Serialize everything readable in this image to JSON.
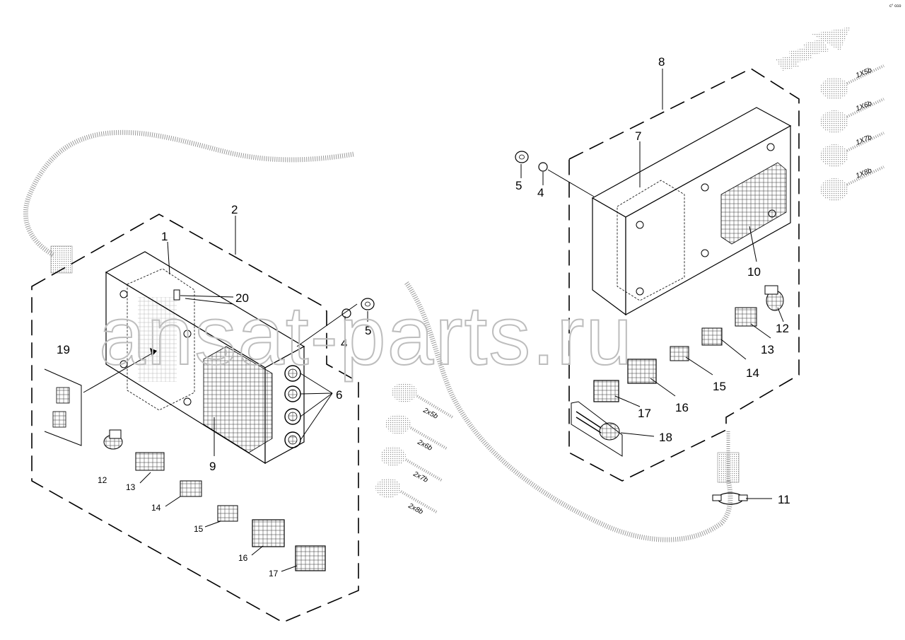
{
  "corner_code": "c° cco",
  "watermark": "ansat-parts.ru",
  "callouts_left": {
    "c1": "1",
    "c2": "2",
    "c4": "4",
    "c5": "5",
    "c6": "6",
    "c9": "9",
    "c12": "12",
    "c13": "13",
    "c14": "14",
    "c15": "15",
    "c16": "16",
    "c17": "17",
    "c19": "19",
    "c20": "20"
  },
  "callouts_right": {
    "c4": "4",
    "c5": "5",
    "c7": "7",
    "c8": "8",
    "c10": "10",
    "c11": "11",
    "c12": "12",
    "c13": "13",
    "c14": "14",
    "c15": "15",
    "c16": "16",
    "c17": "17",
    "c18": "18"
  },
  "connector_codes_right": [
    "1X5b",
    "1X6b",
    "1X7b",
    "1X8b"
  ],
  "connector_codes_left": [
    "2x5b",
    "2x6b",
    "2x7b",
    "2x8b"
  ],
  "colors": {
    "line": "#000000",
    "stipple": "#9a9a9a",
    "watermark": "#bdbdbd"
  }
}
